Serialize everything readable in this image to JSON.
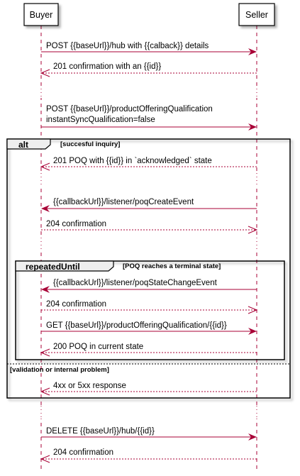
{
  "participants": {
    "buyer": "Buyer",
    "seller": "Seller"
  },
  "messages": [
    {
      "id": "m1",
      "text": "POST {{baseUrl}}/hub with {{calback}} details",
      "dir": "right",
      "style": "solid"
    },
    {
      "id": "m2",
      "text": "201 confirmation with an {{id}}",
      "dir": "left",
      "style": "dashed"
    },
    {
      "id": "m3",
      "text": "POST {{baseUrl}}/productOfferingQualification",
      "text2": "instantSyncQualification=false",
      "dir": "right",
      "style": "solid"
    },
    {
      "id": "m4",
      "text": "201 POQ with {{id}} in `acknowledged` state",
      "dir": "left",
      "style": "dashed"
    },
    {
      "id": "m5",
      "text": "{{callbackUrl}}/listener/poqCreateEvent",
      "dir": "left",
      "style": "solid"
    },
    {
      "id": "m6",
      "text": "204 confirmation",
      "dir": "right",
      "style": "dashed"
    },
    {
      "id": "m7",
      "text": "{{callbackUrl}}/listener/poqStateChangeEvent",
      "dir": "left",
      "style": "solid"
    },
    {
      "id": "m8",
      "text": "204 confirmation",
      "dir": "right",
      "style": "dashed"
    },
    {
      "id": "m9",
      "text": "GET {{baseUrl}}/productOfferingQualification/{{id}}",
      "dir": "right",
      "style": "solid"
    },
    {
      "id": "m10",
      "text": "200 POQ in current state",
      "dir": "left",
      "style": "dashed"
    },
    {
      "id": "m11",
      "text": "4xx or 5xx response",
      "dir": "left",
      "style": "dashed"
    },
    {
      "id": "m12",
      "text": "DELETE {{baseUrl}}/hub/{{id}}",
      "dir": "right",
      "style": "solid"
    },
    {
      "id": "m13",
      "text": "204 confirmation",
      "dir": "left",
      "style": "dashed"
    }
  ],
  "frames": {
    "alt": {
      "keyword": "alt",
      "condition": "[succesful inquiry]",
      "else_condition": "[validation or internal problem]"
    },
    "loop": {
      "keyword": "repeatedUntil",
      "condition": "[POQ reaches a terminal state]"
    }
  },
  "colors": {
    "message_line": "#A80036",
    "lifeline": "#A80036",
    "frame_border": "#000000",
    "background": "#FFFFFF"
  }
}
